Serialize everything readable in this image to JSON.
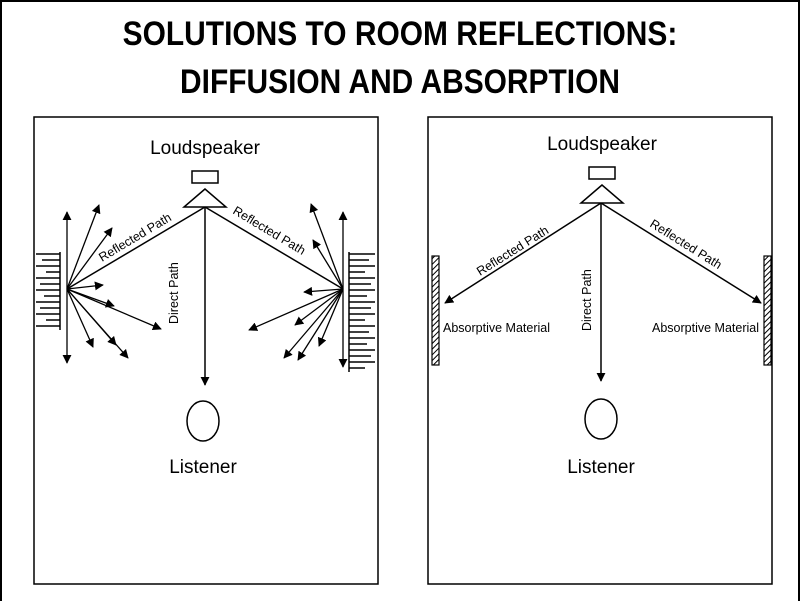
{
  "title": {
    "line1": "SOLUTIONS TO ROOM REFLECTIONS:",
    "line2": "DIFFUSION AND ABSORPTION"
  },
  "diffusion_panel": {
    "speaker_label": "Loudspeaker",
    "listener_label": "Listener",
    "direct_label": "Direct Path",
    "reflected_left_label": "Reflected Path",
    "reflected_right_label": "Reflected Path"
  },
  "absorption_panel": {
    "speaker_label": "Loudspeaker",
    "listener_label": "Listener",
    "direct_label": "Direct Path",
    "reflected_left_label": "Reflected Path",
    "reflected_right_label": "Reflected Path",
    "absorptive_left_label": "Absorptive Material",
    "absorptive_right_label": "Absorptive Material"
  }
}
